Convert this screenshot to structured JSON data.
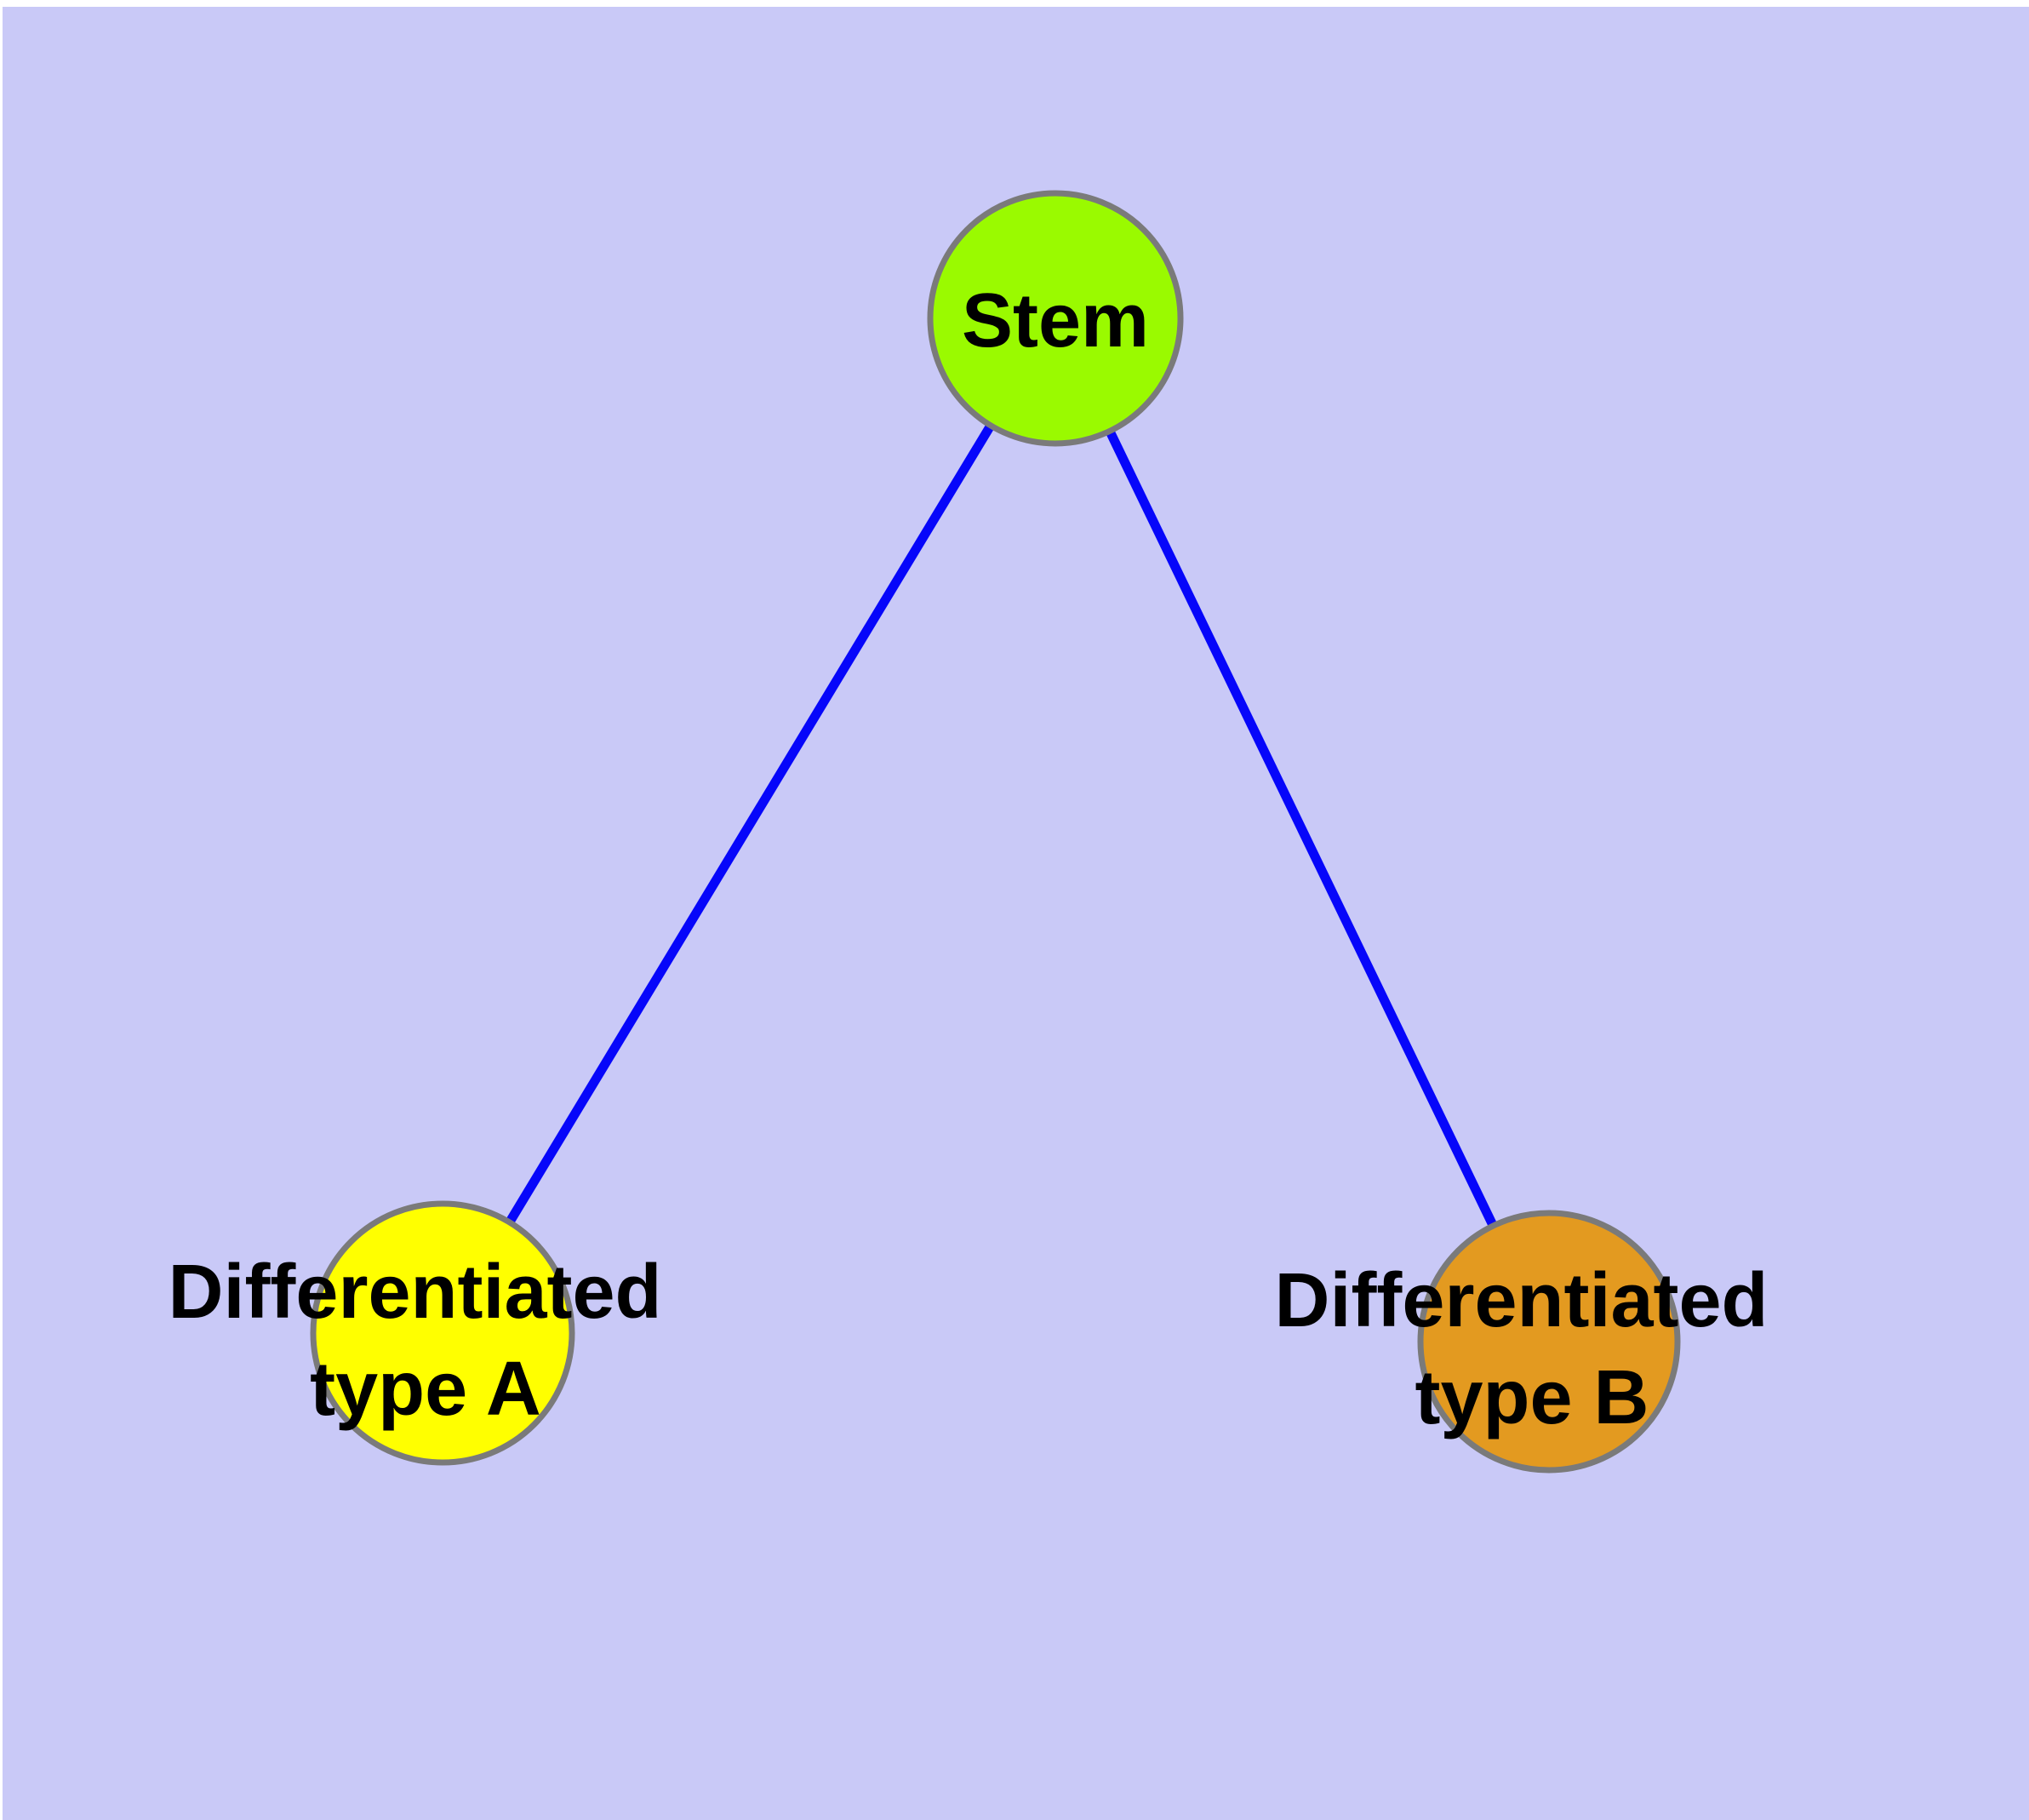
{
  "diagram": {
    "background_color": "#C9C9F7",
    "edge_color": "#0606FA",
    "node_border_color": "#7A7A7A",
    "label_color": "#000000",
    "nodes": [
      {
        "id": "stem",
        "label": "Stem",
        "color": "#9AFA00"
      },
      {
        "id": "differentiated-type-a",
        "label": "Differentiated type A",
        "label_line1": "Differentiated",
        "label_line2": "type A",
        "color": "#FFFF00"
      },
      {
        "id": "differentiated-type-b",
        "label": "Differentiated type B",
        "label_line1": "Differentiated",
        "label_line2": "type B",
        "color": "#E39A20"
      }
    ],
    "edges": [
      {
        "from": "Stem",
        "to": "Differentiated type A"
      },
      {
        "from": "Stem",
        "to": "Differentiated type B"
      }
    ]
  }
}
